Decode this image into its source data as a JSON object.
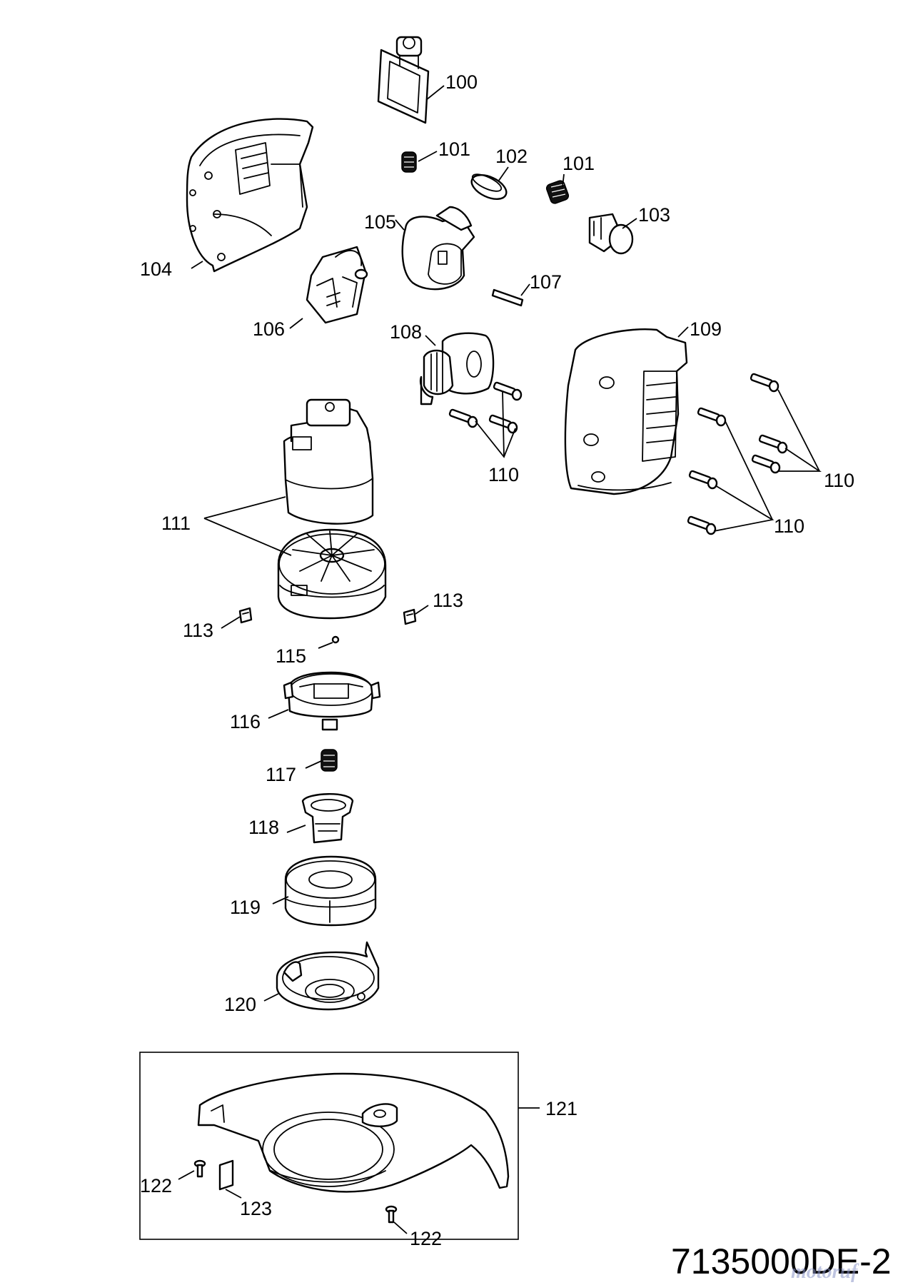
{
  "diagram": {
    "drawing_code": "7135000DE-2",
    "watermark": "motoruf",
    "part_labels": {
      "p100": "100",
      "p101a": "101",
      "p101b": "101",
      "p102": "102",
      "p103": "103",
      "p104": "104",
      "p105": "105",
      "p106": "106",
      "p107": "107",
      "p108": "108",
      "p109": "109",
      "p110a": "110",
      "p110b": "110",
      "p110c": "110",
      "p111": "111",
      "p113a": "113",
      "p113b": "113",
      "p115": "115",
      "p116": "116",
      "p117": "117",
      "p118": "118",
      "p119": "119",
      "p120": "120",
      "p121": "121",
      "p122a": "122",
      "p122b": "122",
      "p123": "123"
    }
  }
}
